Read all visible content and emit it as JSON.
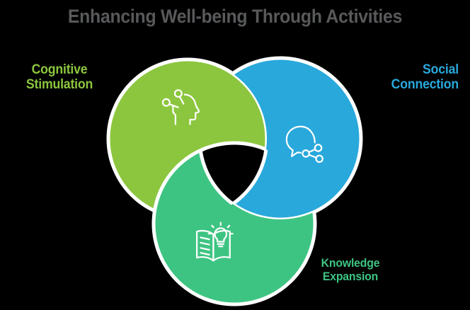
{
  "title": "Enhancing Well-being Through Activities",
  "background_color": "#000000",
  "title_color": "#58595B",
  "segments": [
    {
      "id": "cognitive",
      "label_line1": "Cognitive",
      "label_line2": "Stimulation",
      "color": "#8CC63E",
      "icon": "head-thinking-icon",
      "position": "top-left"
    },
    {
      "id": "social",
      "label_line1": "Social",
      "label_line2": "Connection",
      "color": "#29A8DB",
      "icon": "speech-bubble-network-icon",
      "position": "top-right"
    },
    {
      "id": "knowledge",
      "label_line1": "Knowledge",
      "label_line2": "Expansion",
      "color": "#3EC482",
      "icon": "open-book-lightbulb-icon",
      "position": "bottom-center"
    }
  ],
  "chart_data": {
    "type": "venn",
    "title": "Enhancing Well-being Through Activities",
    "sets": [
      "Cognitive Stimulation",
      "Social Connection",
      "Knowledge Expansion"
    ],
    "set_colors": [
      "#8CC63E",
      "#29A8DB",
      "#3EC482"
    ],
    "set_count": 3,
    "overlap_style": "interlocking-rings",
    "center_intersection_filled": false,
    "xlabel": "",
    "ylabel": "",
    "legend": "inline-labels"
  }
}
